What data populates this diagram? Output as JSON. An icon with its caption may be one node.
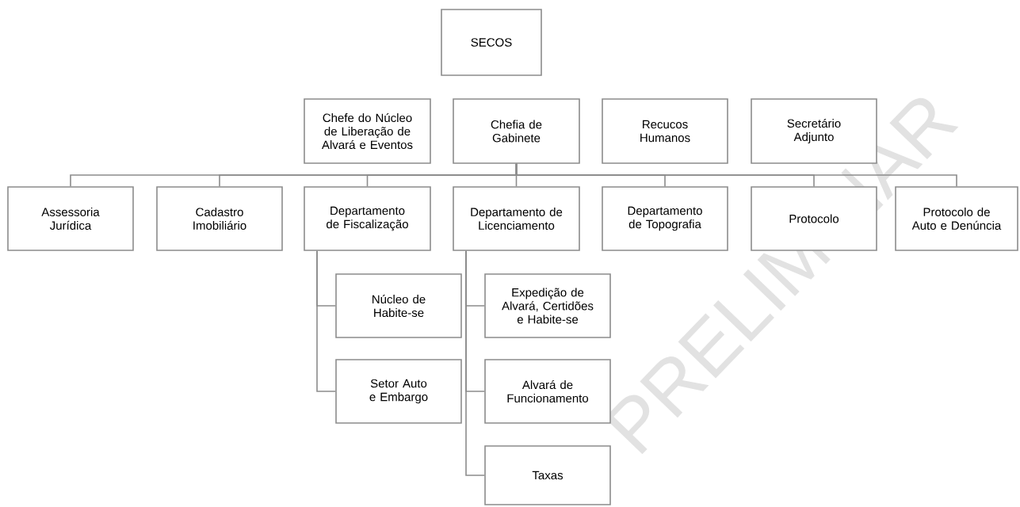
{
  "diagram": {
    "nodes": [
      {
        "text": [
          "SECOS"
        ]
      },
      {
        "text": [
          "Chefe do Núcleo de Liberação de Alvará e Eventos"
        ]
      },
      {
        "text": [
          "Chefia de Gabinete"
        ]
      },
      {
        "text": [
          "Recucos Humanos"
        ]
      },
      {
        "text": [
          "Secretário Adjunto"
        ]
      },
      {
        "text": [
          "Assessoria Jurídica"
        ]
      },
      {
        "text": [
          "Cadastro Imobiliário"
        ]
      },
      {
        "text": [
          "Departamento de Fiscalização"
        ]
      },
      {
        "text": [
          "Departamento de Licenciamento"
        ]
      },
      {
        "text": [
          "Departamento de Topografia"
        ]
      },
      {
        "text": [
          "Protocolo"
        ]
      },
      {
        "text": [
          "Protocolo de Auto e Denúncia"
        ]
      },
      {
        "text": [
          "Núcleo de Habite-se"
        ]
      },
      {
        "text": [
          "Setor Auto e Embargo"
        ]
      },
      {
        "text": [
          "Expedição de Alvará, Certidões e Habite-se"
        ]
      },
      {
        "text": [
          "Alvará de Funcionamento"
        ]
      },
      {
        "text": [
          "Taxas"
        ]
      }
    ],
    "edges": [
      {
        "from": 2,
        "to": 5,
        "arrow": "none"
      },
      {
        "from": 2,
        "to": 6,
        "arrow": "none"
      },
      {
        "from": 2,
        "to": 7,
        "arrow": "none"
      },
      {
        "from": 2,
        "to": 8,
        "arrow": "none"
      },
      {
        "from": 2,
        "to": 9,
        "arrow": "none"
      },
      {
        "from": 2,
        "to": 10,
        "arrow": "none"
      },
      {
        "from": 2,
        "to": 11,
        "arrow": "none"
      },
      {
        "from": 7,
        "to": 12,
        "arrow": "none"
      },
      {
        "from": 7,
        "to": 13,
        "arrow": "none"
      },
      {
        "from": 8,
        "to": 14,
        "arrow": "none"
      },
      {
        "from": 8,
        "to": 15,
        "arrow": "none"
      },
      {
        "from": 8,
        "to": 16,
        "arrow": "none"
      }
    ],
    "labels": [
      "PRELIMINAR"
    ]
  }
}
